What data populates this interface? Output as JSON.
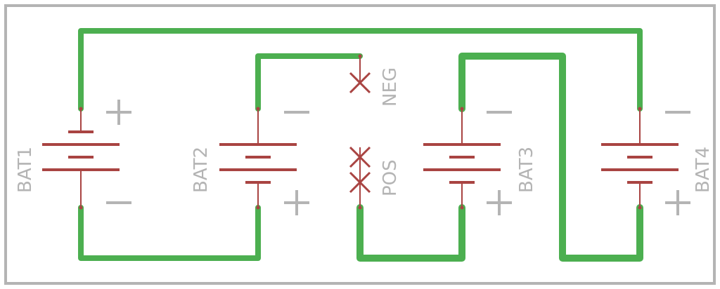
{
  "diagram": {
    "colors": {
      "board_outline": "#b4b4b4",
      "trace": "#4caf50",
      "pin": "#a94442",
      "label": "#b4b4b4"
    },
    "batteries": [
      {
        "name": "BAT1",
        "top_sign": "+",
        "bottom_sign": "−"
      },
      {
        "name": "BAT2",
        "top_sign": "−",
        "bottom_sign": "+"
      },
      {
        "name": "BAT3",
        "top_sign": "−",
        "bottom_sign": "+"
      },
      {
        "name": "BAT4",
        "top_sign": "−",
        "bottom_sign": "+"
      }
    ],
    "connectors": [
      {
        "name": "NEG"
      },
      {
        "name": "POS"
      }
    ]
  }
}
